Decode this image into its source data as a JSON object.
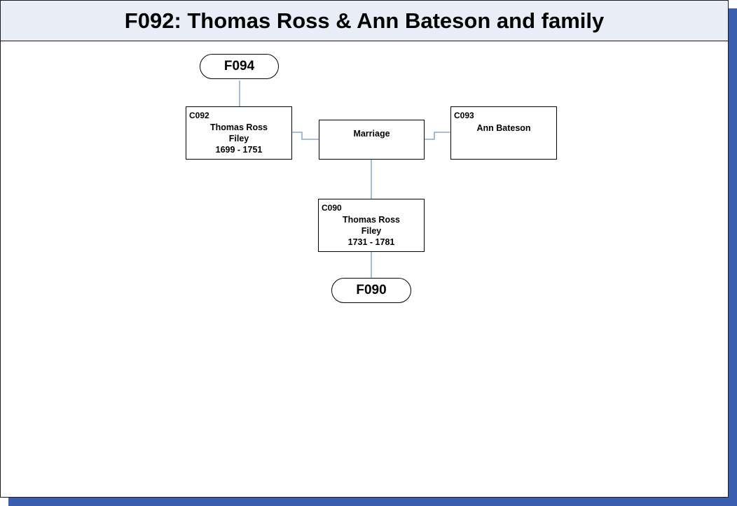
{
  "title": "F092: Thomas Ross & Ann Bateson and family",
  "parent_family": {
    "label": "F094"
  },
  "child_family": {
    "label": "F090"
  },
  "marriage": {
    "label": "Marriage"
  },
  "husband": {
    "id": "C092",
    "name": "Thomas Ross",
    "place": "Filey",
    "dates": "1699 - 1751"
  },
  "wife": {
    "id": "C093",
    "name": "Ann Bateson"
  },
  "child": {
    "id": "C090",
    "name": "Thomas Ross",
    "place": "Filey",
    "dates": "1731 - 1781"
  },
  "colors": {
    "connector": "#6f98c8",
    "shadow": "#3a5fb0",
    "title_bg": "#e8edf7"
  }
}
